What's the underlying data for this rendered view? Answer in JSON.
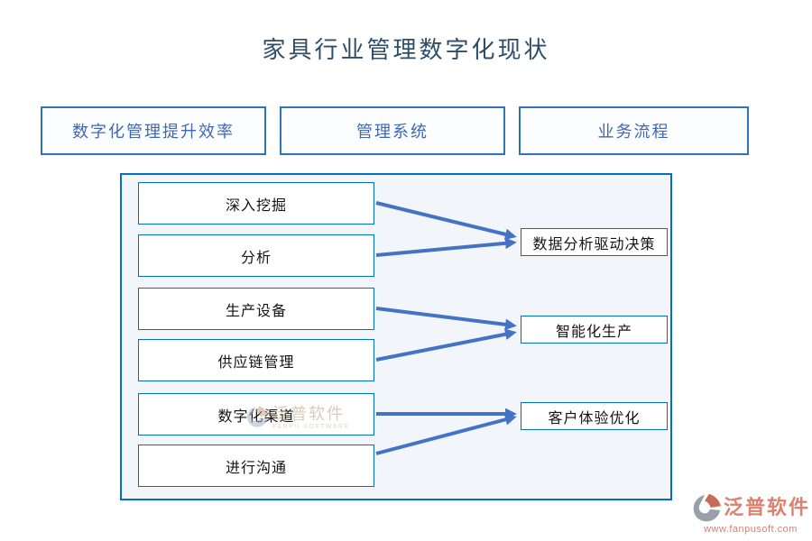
{
  "page": {
    "title": "家具行业管理数字化现状"
  },
  "top_boxes": [
    {
      "label": "数字化管理提升效率"
    },
    {
      "label": "管理系统"
    },
    {
      "label": "业务流程"
    }
  ],
  "diagram": {
    "left_boxes": [
      {
        "label": "深入挖掘"
      },
      {
        "label": "分析"
      },
      {
        "label": "生产设备"
      },
      {
        "label": "供应链管理"
      },
      {
        "label": "数字化渠道"
      },
      {
        "label": "进行沟通"
      }
    ],
    "right_boxes": [
      {
        "label": "数据分析驱动决策"
      },
      {
        "label": "智能化生产"
      },
      {
        "label": "客户体验优化"
      }
    ],
    "connections": [
      {
        "from": "深入挖掘",
        "to": "数据分析驱动决策"
      },
      {
        "from": "分析",
        "to": "数据分析驱动决策"
      },
      {
        "from": "生产设备",
        "to": "智能化生产"
      },
      {
        "from": "供应链管理",
        "to": "智能化生产"
      },
      {
        "from": "数字化渠道",
        "to": "客户体验优化"
      },
      {
        "from": "进行沟通",
        "to": "客户体验优化"
      }
    ]
  },
  "watermark": {
    "brand": "泛普软件",
    "brand_en": "FANPU SOFTWARE"
  },
  "footer": {
    "brand": "泛普软件",
    "url": "www.fanpusoft.com"
  },
  "colors": {
    "title_text": "#2E4D6B",
    "top_box_border": "#2E75B6",
    "top_box_text": "#4068B2",
    "panel_border": "#0070C0",
    "panel_fill": "#F2F6FB",
    "inner_box_border": "#0070C0",
    "arrow": "#4472C4",
    "footer_brand": "#DC8170",
    "footer_gray": "#98A1AB"
  }
}
